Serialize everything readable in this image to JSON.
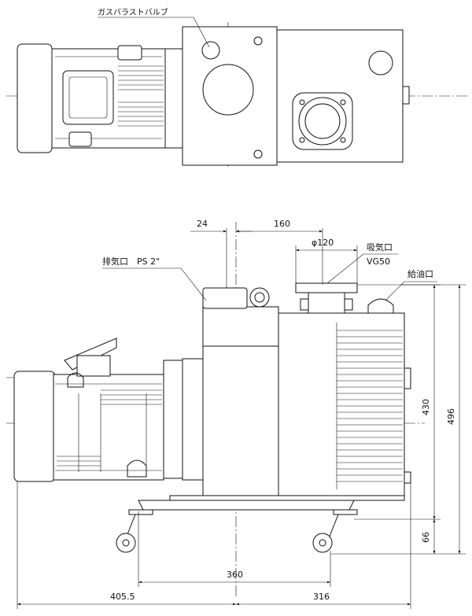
{
  "top_view": {
    "gas_ballast_label": "ガスバラストバルブ"
  },
  "front_view": {
    "labels": {
      "exhaust": "排気口　PS 2\"",
      "intake": "吸気口",
      "intake_flange": "VG50",
      "oil_port": "給油口"
    },
    "dimensions": {
      "d24": "24",
      "d160": "160",
      "d120": "φ120",
      "d430": "430",
      "d496": "496",
      "d66": "66",
      "d360": "360",
      "d405": "405.5",
      "d316": "316"
    }
  }
}
